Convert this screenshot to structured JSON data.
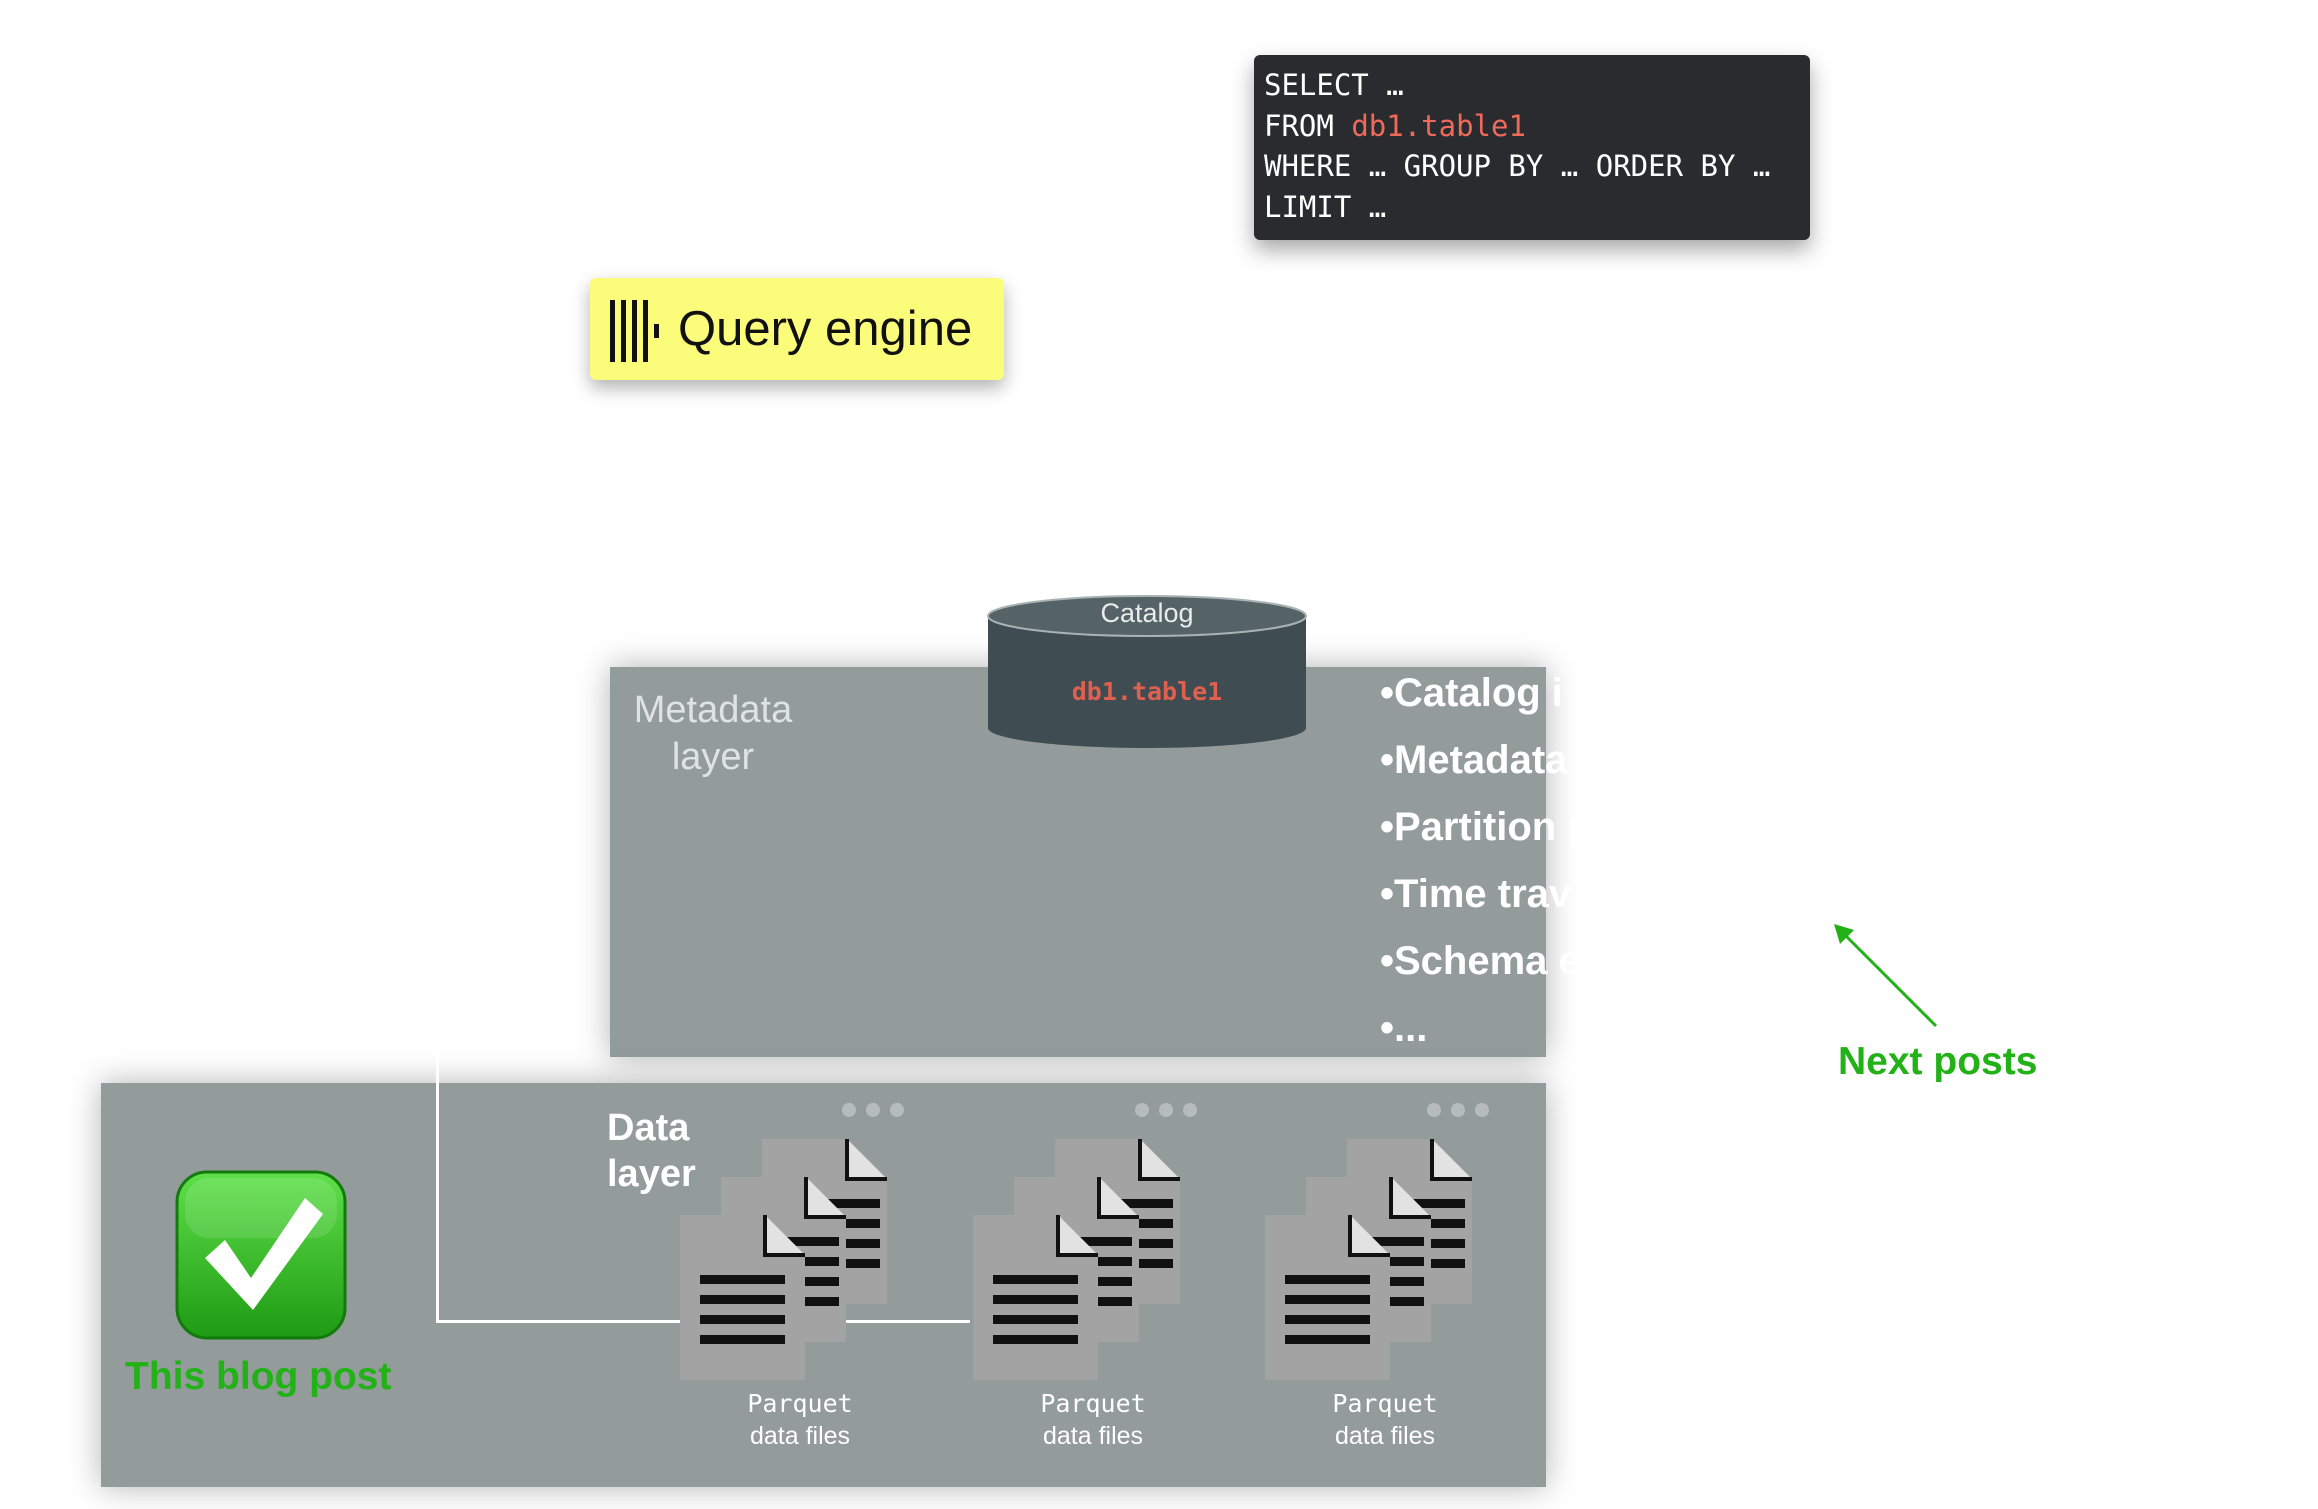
{
  "sql": {
    "line1": "SELECT …",
    "line2_prefix": "FROM ",
    "line2_table": "db1.table1",
    "line3": "WHERE … GROUP BY … ORDER BY …",
    "line4": "LIMIT …"
  },
  "query_engine": {
    "label": "Query engine",
    "icon": "clickhouse-bars-icon"
  },
  "catalog": {
    "label": "Catalog",
    "table": "db1.table1"
  },
  "metadata_layer": {
    "label_line1": "Metadata",
    "label_line2": "layer",
    "features": [
      "•Catalog i",
      "•Metadata",
      "•Partition p",
      "•Time trav",
      "•Schema e",
      "•..."
    ]
  },
  "data_layer": {
    "label_line1": "Data",
    "label_line2": "layer",
    "groups": [
      {
        "caption_line1": "Parquet",
        "caption_line2": "data files"
      },
      {
        "caption_line1": "Parquet",
        "caption_line2": "data files"
      },
      {
        "caption_line1": "Parquet",
        "caption_line2": "data files"
      }
    ]
  },
  "this_post": {
    "label": "This blog post",
    "icon": "check-mark-button-icon"
  },
  "next_posts": {
    "label": "Next posts",
    "icon": "arrow-up-left-icon"
  },
  "colors": {
    "panel": "#939c9b",
    "accent_green": "#22b217",
    "query_engine_bg": "#fafc7a",
    "sql_bg": "#2a2b2f",
    "table_name": "#ef6a5a",
    "catalog_body": "#3f4c52"
  }
}
